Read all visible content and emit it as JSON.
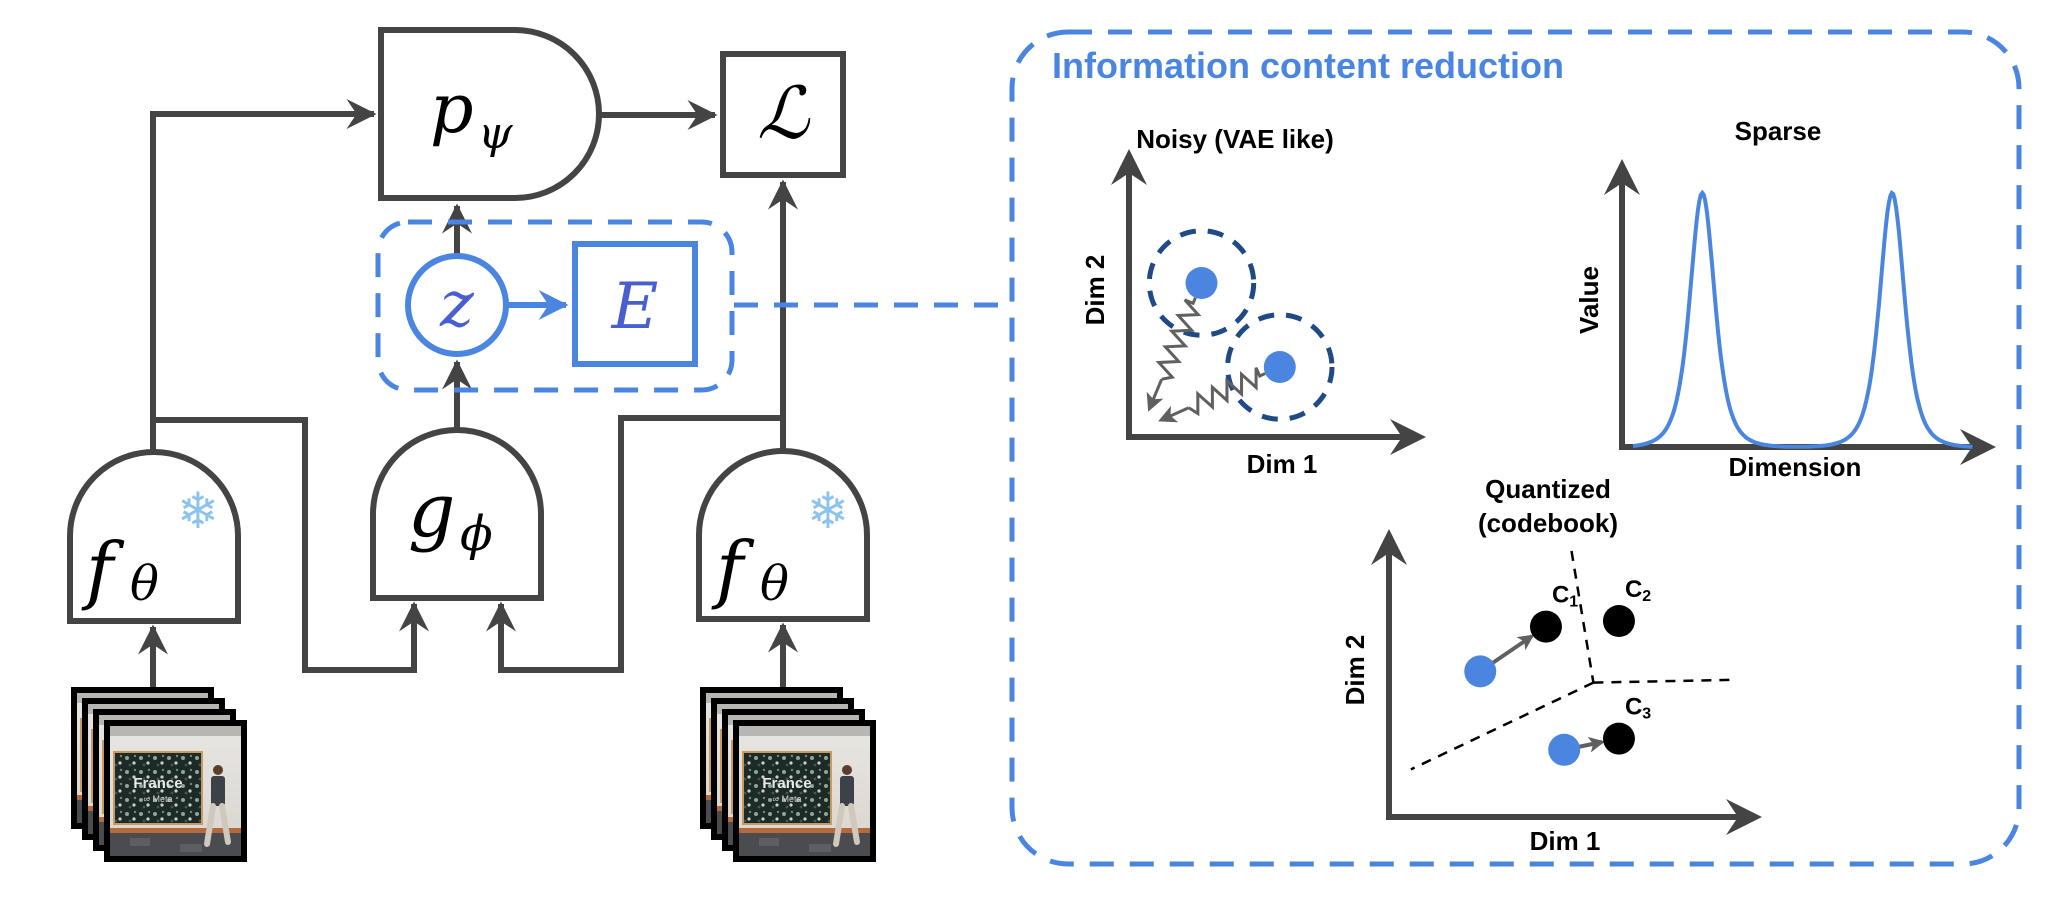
{
  "diagram": {
    "modules": {
      "predictor": {
        "symbol": "p",
        "subscript": "ψ"
      },
      "loss": {
        "symbol": "ℒ"
      },
      "latent": {
        "symbol": "z"
      },
      "energy": {
        "symbol": "E"
      },
      "encoder_left": {
        "symbol": "f",
        "subscript": "θ",
        "frozen_icon": "❄"
      },
      "context_encoder": {
        "symbol": "g",
        "subscript": "ϕ"
      },
      "encoder_right": {
        "symbol": "f",
        "subscript": "θ",
        "frozen_icon": "❄"
      }
    },
    "video_frames": {
      "left": {
        "count": 4,
        "sign_text": "France",
        "sign_subtext": "∞ Meta"
      },
      "right": {
        "count": 4,
        "sign_text": "France",
        "sign_subtext": "∞ Meta"
      }
    },
    "colors": {
      "accent_blue": "#4a86e0",
      "dark_navy": "#1f4a86",
      "line_gray": "#444444",
      "codebook_black": "#000000"
    }
  },
  "panel": {
    "title": "Information content reduction"
  },
  "chart_data": [
    {
      "type": "scatter",
      "title": "Noisy (VAE like)",
      "xlabel": "Dim 1",
      "ylabel": "Dim 2",
      "points": [
        {
          "x": 0.25,
          "y": 0.55,
          "noise_radius": 0.18,
          "pull_to": {
            "x": 0.07,
            "y": 0.1
          }
        },
        {
          "x": 0.52,
          "y": 0.25,
          "noise_radius": 0.18,
          "pull_to": {
            "x": 0.11,
            "y": 0.06
          }
        }
      ],
      "xlim": [
        0,
        1
      ],
      "ylim": [
        0,
        1
      ]
    },
    {
      "type": "line",
      "title": "Sparse",
      "xlabel": "Dimension",
      "ylabel": "Value",
      "peaks": [
        {
          "x": 0.22,
          "height": 0.88
        },
        {
          "x": 0.74,
          "height": 0.88
        }
      ],
      "xlim": [
        0,
        1
      ],
      "ylim": [
        0,
        1
      ]
    },
    {
      "type": "scatter",
      "title": "Quantized",
      "subtitle": "(codebook)",
      "xlabel": "Dim 1",
      "ylabel": "Dim 2",
      "codebook": [
        {
          "label": "C",
          "sub": "1",
          "x": 0.43,
          "y": 0.68
        },
        {
          "label": "C",
          "sub": "2",
          "x": 0.63,
          "y": 0.7
        },
        {
          "label": "C",
          "sub": "3",
          "x": 0.63,
          "y": 0.28
        }
      ],
      "inputs": [
        {
          "x": 0.25,
          "y": 0.52,
          "assigned": 0
        },
        {
          "x": 0.48,
          "y": 0.24,
          "assigned": 2
        }
      ],
      "boundaries": [
        {
          "from": {
            "x": 0.5,
            "y": 0.95
          },
          "to": {
            "x": 0.56,
            "y": 0.48
          }
        },
        {
          "from": {
            "x": 0.56,
            "y": 0.48
          },
          "to": {
            "x": 0.95,
            "y": 0.49
          }
        },
        {
          "from": {
            "x": 0.56,
            "y": 0.48
          },
          "to": {
            "x": 0.06,
            "y": 0.17
          }
        }
      ],
      "xlim": [
        0,
        1
      ],
      "ylim": [
        0,
        1
      ]
    }
  ]
}
